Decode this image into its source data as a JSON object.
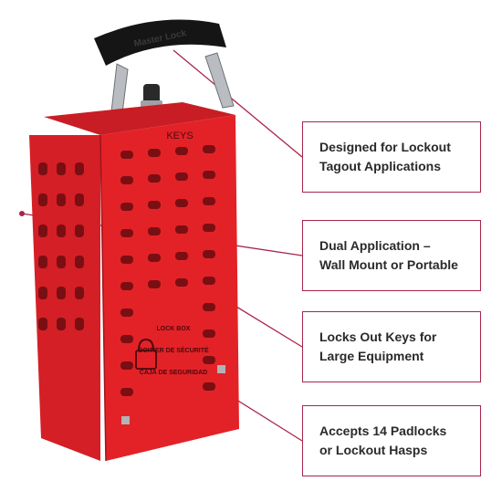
{
  "handle_brand": "Master Lock",
  "box_top_label": "KEYS",
  "box_side_label": {
    "line1": "LOCK BOX",
    "line2": "BOITIER DE SÉCURITÉ",
    "line3": "CAJA DE SEGURIDAD"
  },
  "colors": {
    "box_red": "#e32228",
    "callout_border": "#a8254a",
    "handle_black": "#151515"
  },
  "callouts": [
    {
      "line1": "Designed for Lockout",
      "line2": "Tagout Applications"
    },
    {
      "line1": "Dual Application –",
      "line2": "Wall Mount or Portable"
    },
    {
      "line1": "Locks Out Keys for",
      "line2": "Large Equipment"
    },
    {
      "line1": "Accepts 14 Padlocks",
      "line2": "or Lockout Hasps"
    }
  ]
}
